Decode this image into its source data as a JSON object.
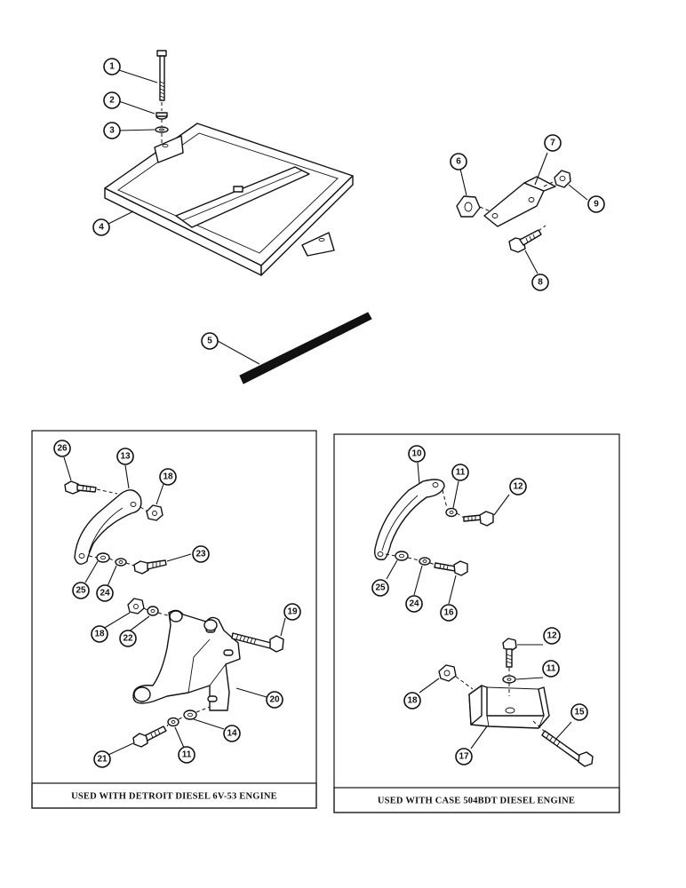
{
  "captions": {
    "left_panel": "USED WITH DETROIT DIESEL 6V-53 ENGINE",
    "right_panel": "USED WITH CASE 504BDT DIESEL ENGINE"
  },
  "callouts": {
    "c1": "1",
    "c2": "2",
    "c3": "3",
    "c4": "4",
    "c5": "5",
    "c6": "6",
    "c7": "7",
    "c8": "8",
    "c9": "9",
    "l26": "26",
    "l13": "13",
    "l18a": "18",
    "l23": "23",
    "l25": "25",
    "l24": "24",
    "l18b": "18",
    "l22": "22",
    "l19": "19",
    "l20": "20",
    "l14": "14",
    "l11": "11",
    "l21": "21",
    "r10": "10",
    "r11a": "11",
    "r12a": "12",
    "r25": "25",
    "r24": "24",
    "r16": "16",
    "r12b": "12",
    "r11b": "11",
    "r18": "18",
    "r15": "15",
    "r17": "17"
  }
}
